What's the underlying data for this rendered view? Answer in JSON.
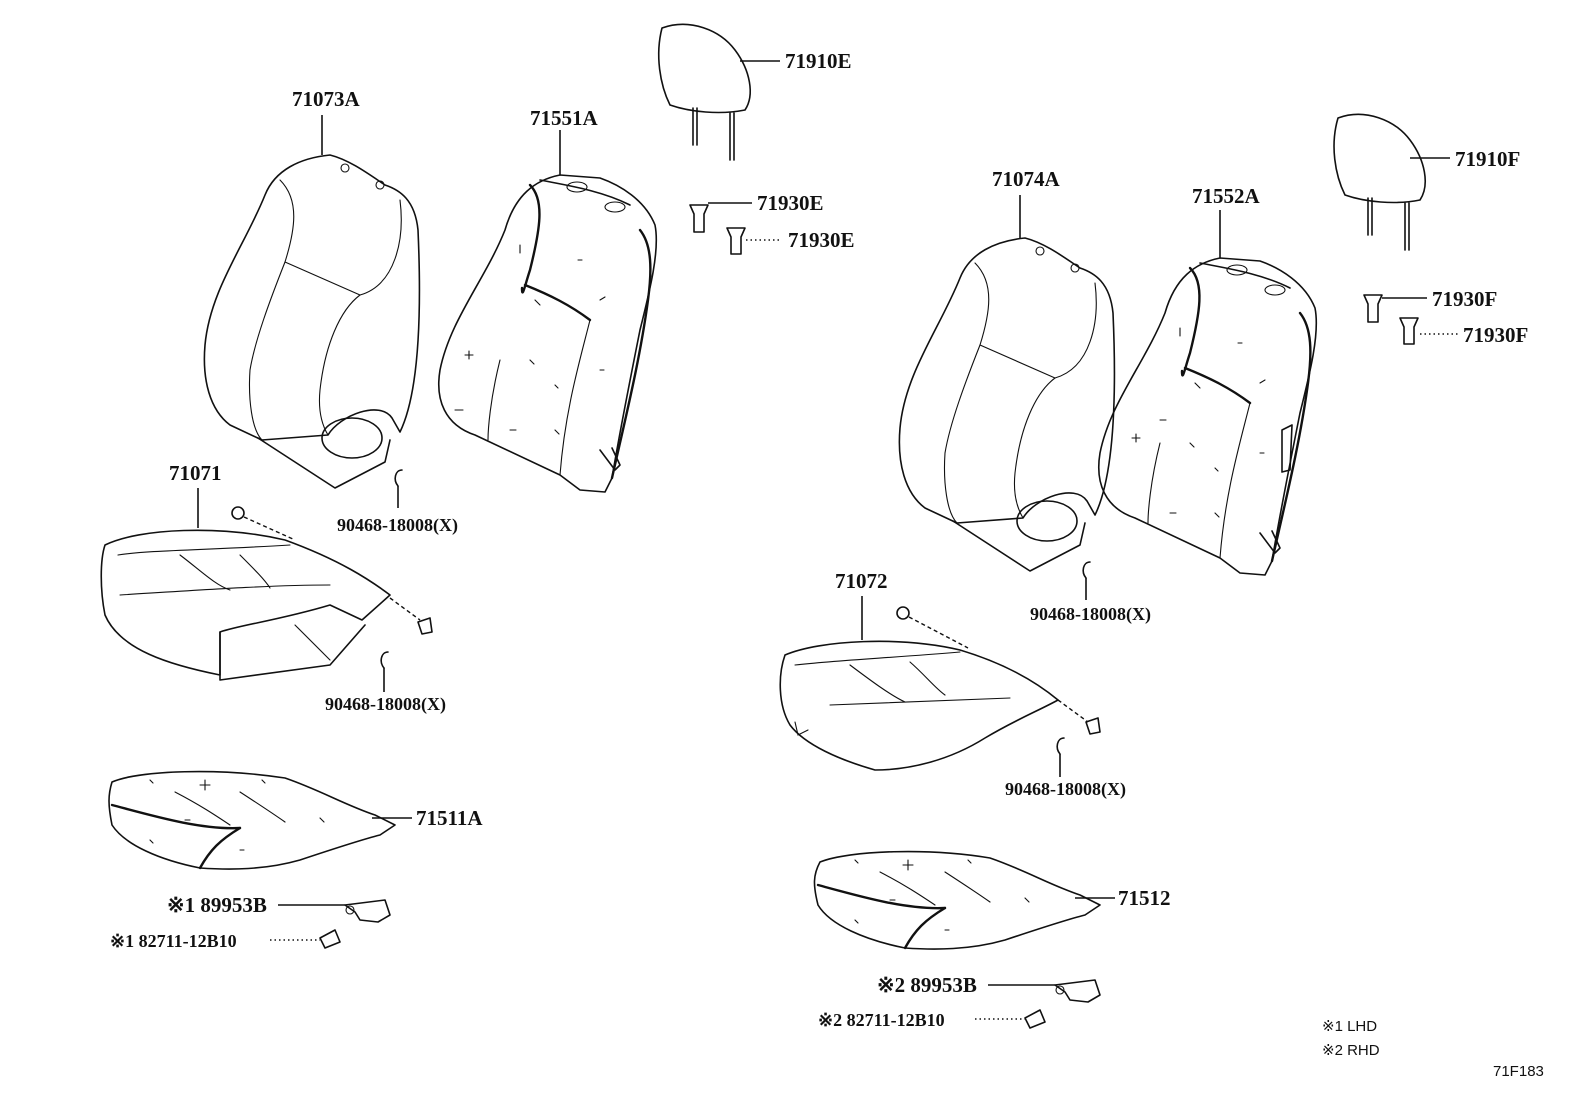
{
  "parts": {
    "p71073A": "71073A",
    "p71551A": "71551A",
    "p71910E": "71910E",
    "p71930E_1": "71930E",
    "p71930E_2": "71930E",
    "p71071": "71071",
    "p90468_1": "90468-18008(X)",
    "p90468_2": "90468-18008(X)",
    "p71511A": "71511A",
    "p89953B_1": "※1  89953B",
    "p82711_1": "※1  82711-12B10",
    "p71074A": "71074A",
    "p71552A": "71552A",
    "p71910F": "71910F",
    "p71930F_1": "71930F",
    "p71930F_2": "71930F",
    "p71072": "71072",
    "p90468_3": "90468-18008(X)",
    "p90468_4": "90468-18008(X)",
    "p71512": "71512",
    "p89953B_2": "※2  89953B",
    "p82711_2": "※2  82711-12B10"
  },
  "legend": {
    "lhd": "※1 LHD",
    "rhd": "※2 RHD"
  },
  "diagram_code": "71F183"
}
